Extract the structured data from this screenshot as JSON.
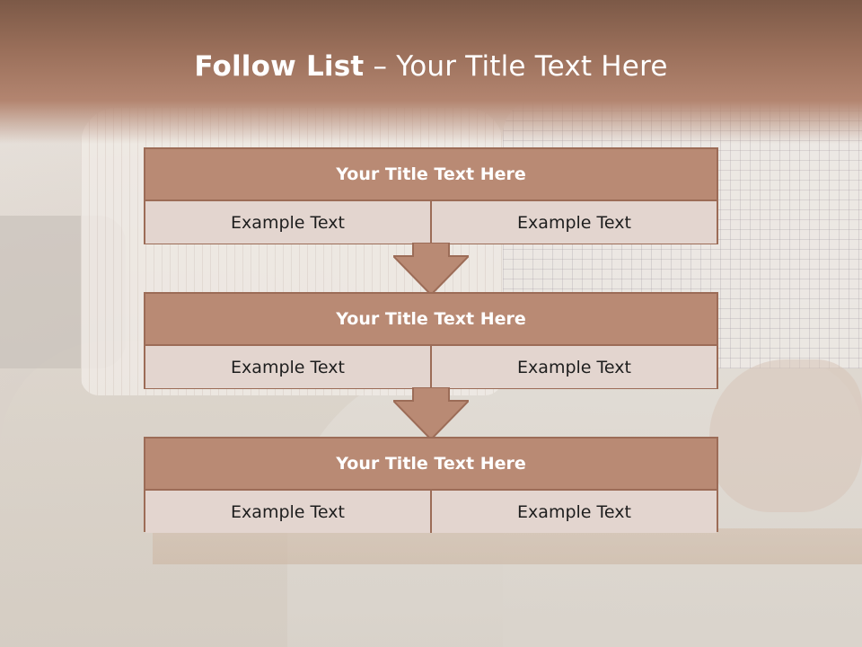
{
  "slide": {
    "title_bold": "Follow List",
    "title_rest": " – Your Title Text Here"
  },
  "blocks": [
    {
      "title": "Your Title Text Here",
      "left": "Example Text",
      "right": "Example Text"
    },
    {
      "title": "Your Title Text Here",
      "left": "Example Text",
      "right": "Example Text"
    },
    {
      "title": "Your Title Text Here",
      "left": "Example Text",
      "right": "Example Text"
    }
  ],
  "colors": {
    "header": "#9a6f5a",
    "block_head": "#b98a74",
    "block_border": "#9c6c57",
    "cell": "#e3d5cf"
  }
}
